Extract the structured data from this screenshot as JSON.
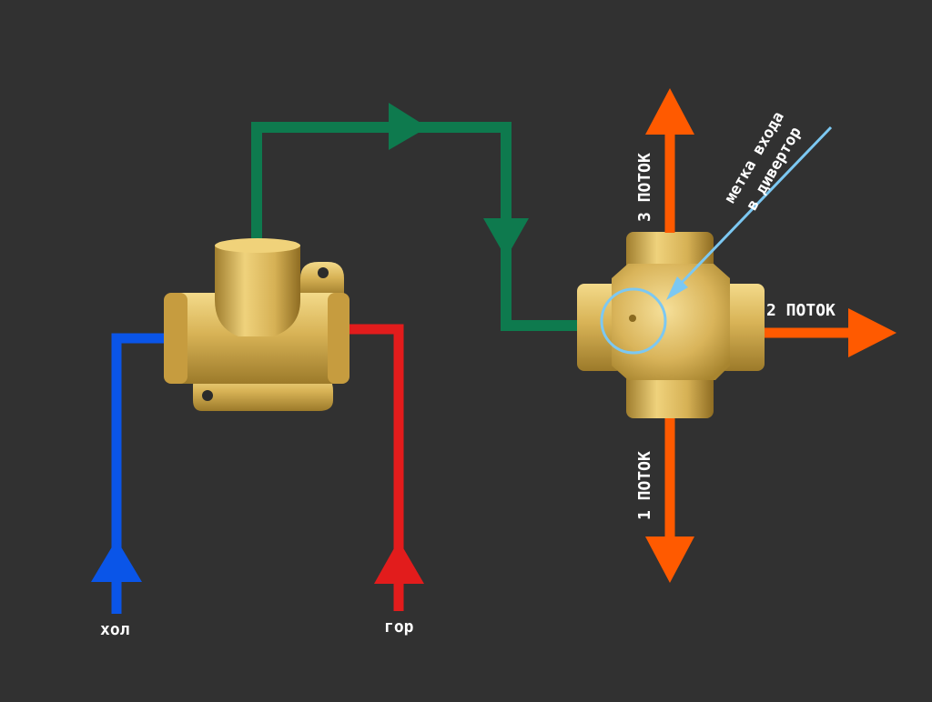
{
  "labels": {
    "cold": "хол",
    "hot": "гор",
    "flow1": "1 ПОТОК",
    "flow2": "2 ПОТОК",
    "flow3": "3 ПОТОК",
    "mark_line1": "метка входа",
    "mark_line2": "в дивертор"
  },
  "colors": {
    "background": "#313131",
    "cold_line": "#0a55e8",
    "hot_line": "#e21c1c",
    "mixed_line": "#0e7a4e",
    "outlet_arrow": "#ff5a00",
    "mark_pointer": "#7cc8f2",
    "brass": "#d9b45a"
  },
  "icons": {
    "mixer_valve": "brass-mixer-valve-icon",
    "diverter": "brass-cross-diverter-icon",
    "entry_mark": "entry-mark-circle-icon"
  }
}
